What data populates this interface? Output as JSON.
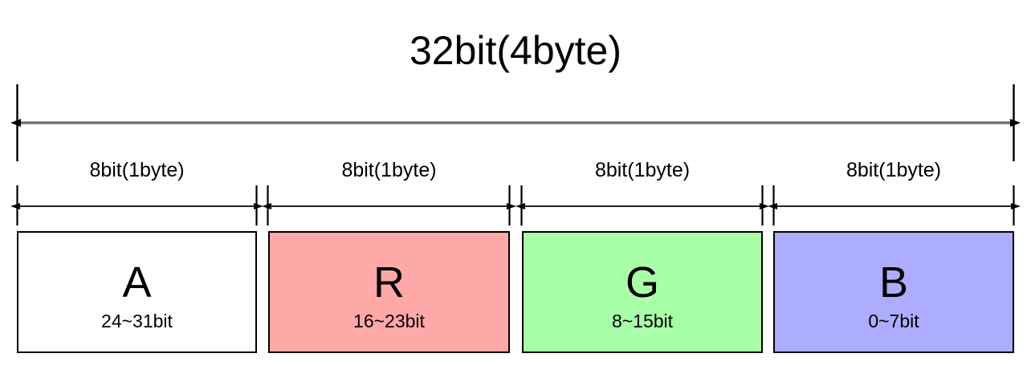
{
  "diagram": {
    "title": "32bit(4byte)",
    "total_width_label": "32bit(4byte)",
    "colors": {
      "alpha": "#ffffff",
      "red": "#ffa8a8",
      "green": "#a8ffa8",
      "blue": "#adadff",
      "outline": "#000000",
      "main_arrow": "#666666",
      "segment_arrow": "#000000",
      "background": "#ffffff"
    },
    "segments": [
      {
        "size_label": "8bit(1byte)",
        "letter": "A",
        "range": "24~31bit",
        "fill": "#ffffff"
      },
      {
        "size_label": "8bit(1byte)",
        "letter": "R",
        "range": "16~23bit",
        "fill": "#ffa8a8"
      },
      {
        "size_label": "8bit(1byte)",
        "letter": "G",
        "range": "8~15bit",
        "fill": "#a8ffa8"
      },
      {
        "size_label": "8bit(1byte)",
        "letter": "B",
        "range": "0~7bit",
        "fill": "#adadff"
      }
    ]
  }
}
